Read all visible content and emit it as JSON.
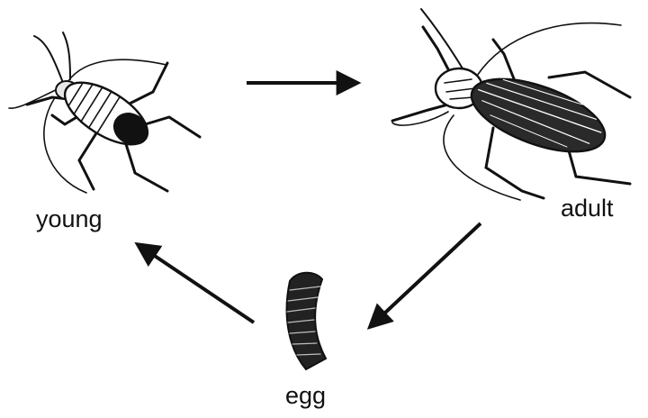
{
  "diagram": {
    "labels": {
      "young": "young",
      "adult": "adult",
      "egg": "egg"
    },
    "ink_color": "#111111",
    "icons": {
      "young": "young-cockroach-icon",
      "adult": "adult-cockroach-icon",
      "egg": "egg-case-icon"
    }
  }
}
